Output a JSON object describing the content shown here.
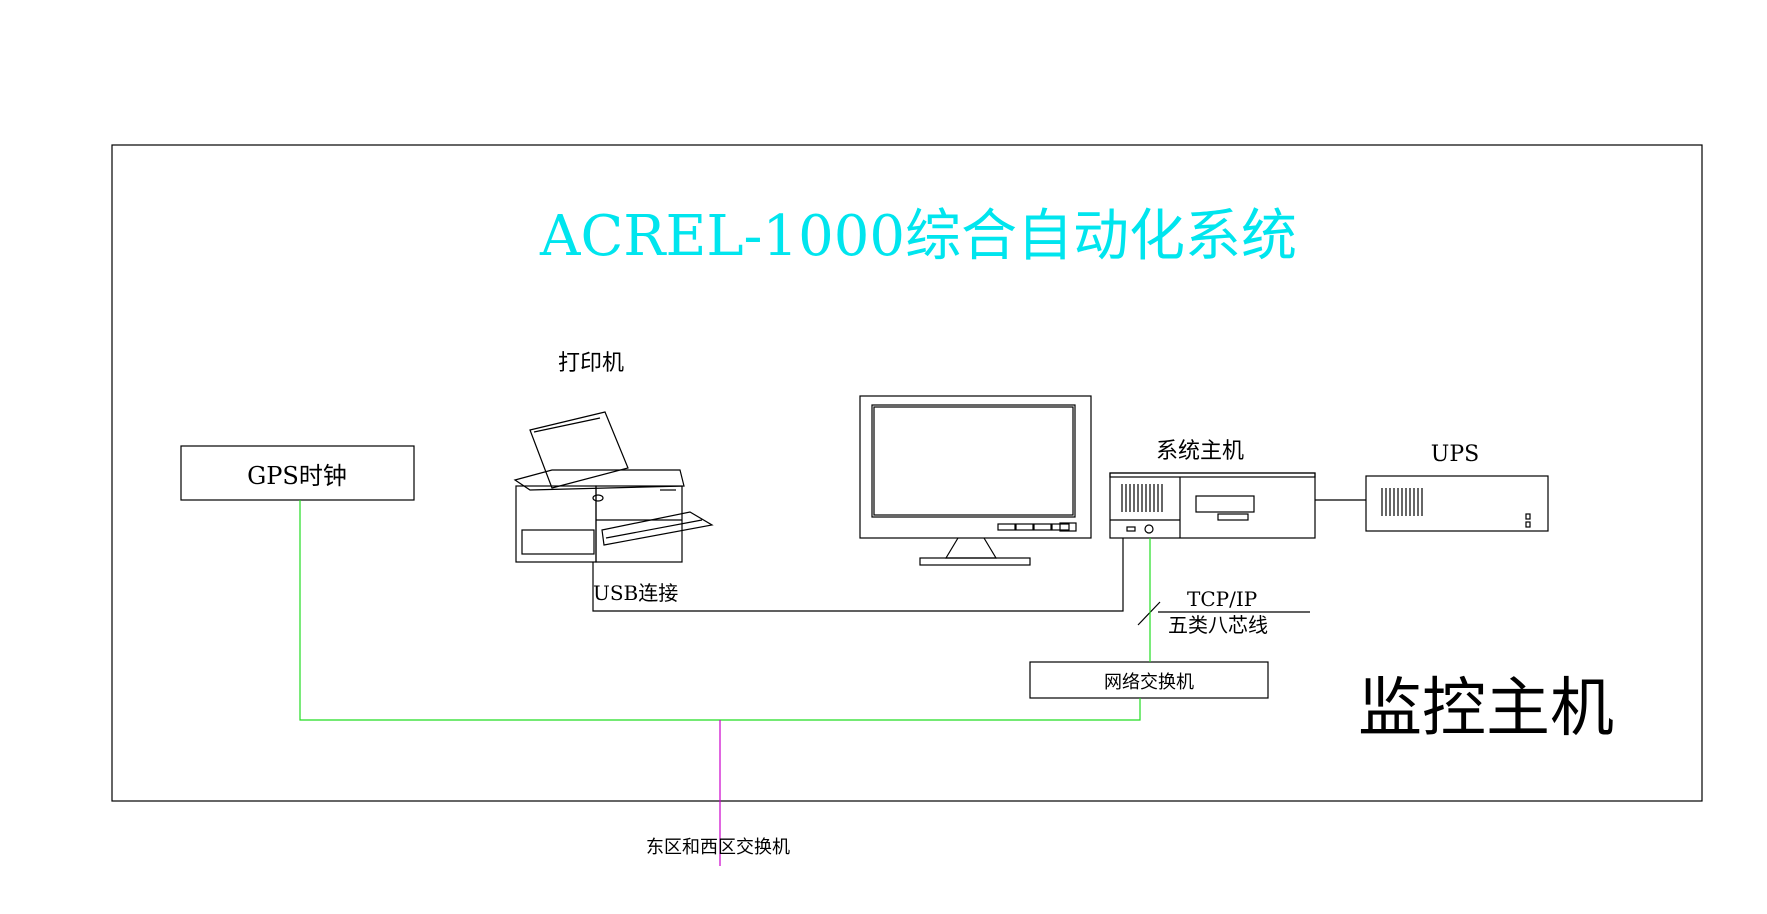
{
  "title": "ACREL-1000综合自动化系统",
  "region_label": "监控主机",
  "devices": {
    "gps_clock": "GPS时钟",
    "printer": "打印机",
    "system_host": "系统主机",
    "ups": "UPS",
    "network_switch": "网络交换机"
  },
  "connections": {
    "usb": "USB连接",
    "tcp_ip": "TCP/IP",
    "cable": "五类八芯线",
    "external_switch": "东区和西区交换机"
  },
  "colors": {
    "title": "#00e5ee",
    "network_line": "#22dd22",
    "external_line": "#cc00cc",
    "stroke": "#000000"
  }
}
